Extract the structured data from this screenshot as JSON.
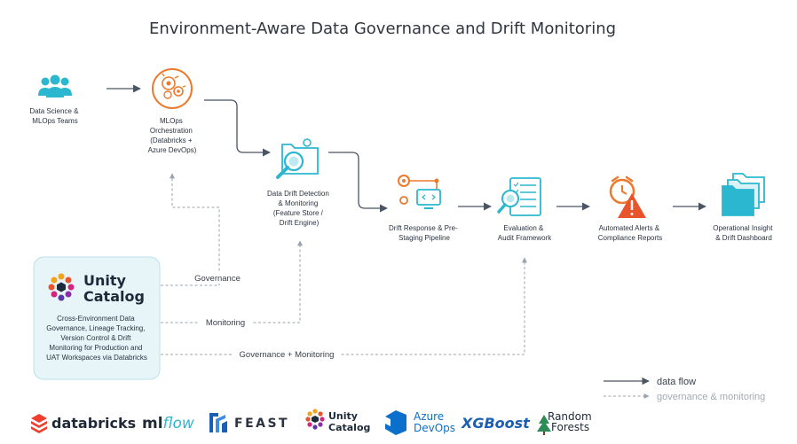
{
  "title": "Environment-Aware Data Governance and Drift Monitoring",
  "nodes": [
    {
      "id": "teams",
      "icon": "people-icon",
      "lines": [
        "Data Science &",
        "MLOps Teams"
      ]
    },
    {
      "id": "orchestration",
      "icon": "gear-cluster-icon",
      "lines": [
        "MLOps",
        "Orchestration",
        "(Databricks +",
        "Azure DevOps)"
      ]
    },
    {
      "id": "drift-detection",
      "icon": "folder-magnifier-icon",
      "lines": [
        "Data Drift Detection",
        "& Monitoring",
        "(Feature Store /",
        "Drift Engine)"
      ]
    },
    {
      "id": "drift-response",
      "icon": "pipeline-gears-icon",
      "lines": [
        "Drift Response & Pre-",
        "Staging Pipeline"
      ]
    },
    {
      "id": "evaluation",
      "icon": "checklist-magnifier-icon",
      "lines": [
        "Evaluation &",
        "Audit Framework"
      ]
    },
    {
      "id": "alerts",
      "icon": "alert-clock-icon",
      "lines": [
        "Automated Alerts &",
        "Compliance Reports"
      ]
    },
    {
      "id": "insight",
      "icon": "folders-icon",
      "lines": [
        "Operational Insight",
        "& Drift Dashboard"
      ]
    }
  ],
  "unity_catalog": {
    "brand_line1": "Unity",
    "brand_line2": "Catalog",
    "description": [
      "Cross-Environment Data",
      "Governance, Lineage Tracking,",
      "Version Control & Drift",
      "Monitoring for Production and",
      "UAT Workspaces via Databricks"
    ]
  },
  "edge_labels": {
    "governance": "Governance",
    "monitoring": "Monitoring",
    "governance_monitoring": "Governance + Monitoring"
  },
  "legend": {
    "data_flow": "data flow",
    "governance_monitoring": "governance & monitoring"
  },
  "logos": {
    "databricks": "databricks",
    "mlflow_ml": "ml",
    "mlflow_flow": "flow",
    "feast": "FEAST",
    "unity_line1": "Unity",
    "unity_line2": "Catalog",
    "azure_line1": "Azure",
    "azure_line2": "DevOps",
    "xgboost": "XGBoost",
    "rf_line1": "Random",
    "rf_line2": "Forests"
  },
  "colors": {
    "teal": "#2bb7cf",
    "orange": "#ec7a2d",
    "red_orange": "#e8542b",
    "arrow": "#4b5563",
    "dashed": "#9aa3ad",
    "panel_fill": "#e7f5f8",
    "panel_stroke": "#b9e2eb",
    "databricks_red": "#ef3e2e",
    "azure_blue": "#0b6fcc",
    "xgboost_blue": "#1a5fb4"
  }
}
